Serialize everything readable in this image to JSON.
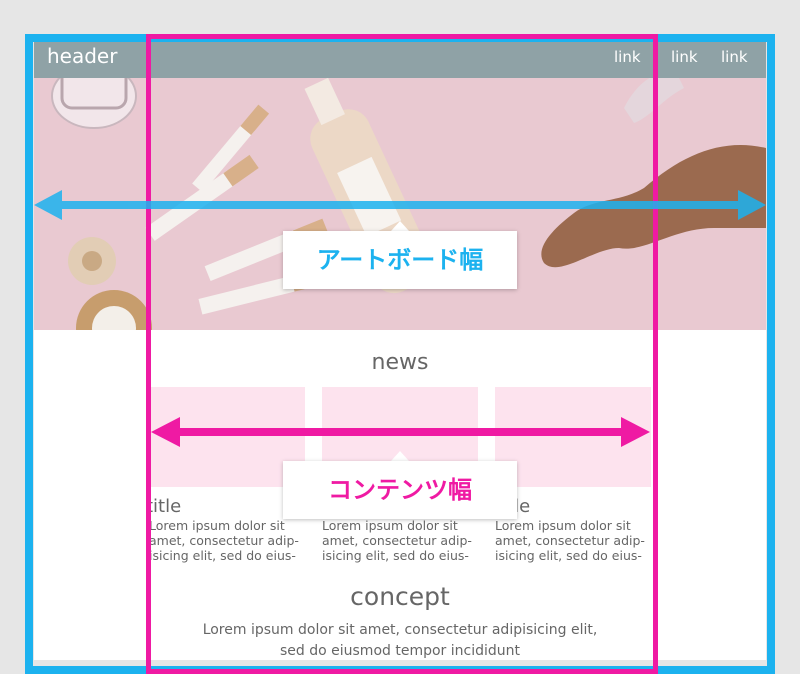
{
  "header": {
    "title": "header",
    "links": [
      "link",
      "link",
      "link"
    ]
  },
  "news": {
    "title": "news",
    "cards": [
      {
        "title": "title",
        "text": "Lorem ipsum dolor sit\namet, consectetur adip-\nisicing elit, sed do eius-"
      },
      {
        "title": "title",
        "text": "Lorem ipsum dolor sit\namet, consectetur adip-\nisicing elit, sed do eius-"
      },
      {
        "title": "title",
        "text": "Lorem ipsum dolor sit\namet, consectetur adip-\nisicing elit, sed do eius-"
      }
    ]
  },
  "concept": {
    "title": "concept",
    "text": "Lorem ipsum dolor sit amet, consectetur adipisicing elit,\nsed do eiusmod tempor incididunt"
  },
  "labels": {
    "artboard": "アートボード幅",
    "content": "コンテンツ幅"
  },
  "colors": {
    "artboard": "#1cb2ef",
    "content": "#ef1aa3",
    "header": "#8fa2a6",
    "card": "#fde3ee",
    "hero": "#e9c9d1"
  }
}
